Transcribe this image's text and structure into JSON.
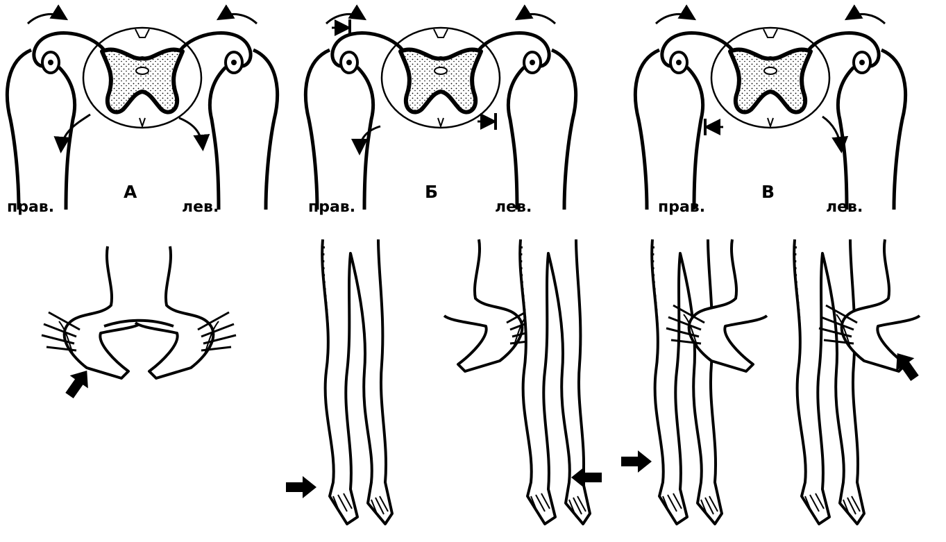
{
  "panels": [
    {
      "letter": "А",
      "right_label": "прав.",
      "left_label": "лев."
    },
    {
      "letter": "Б",
      "right_label": "прав.",
      "left_label": "лев."
    },
    {
      "letter": "В",
      "right_label": "прав.",
      "left_label": "лев."
    }
  ],
  "colors": {
    "ink": "#000000",
    "background": "#ffffff",
    "gray_matter_stipple": "#000000"
  },
  "icons": [
    "arrow-icon",
    "inhibition-bar-icon",
    "stimulus-arrow-icon"
  ]
}
